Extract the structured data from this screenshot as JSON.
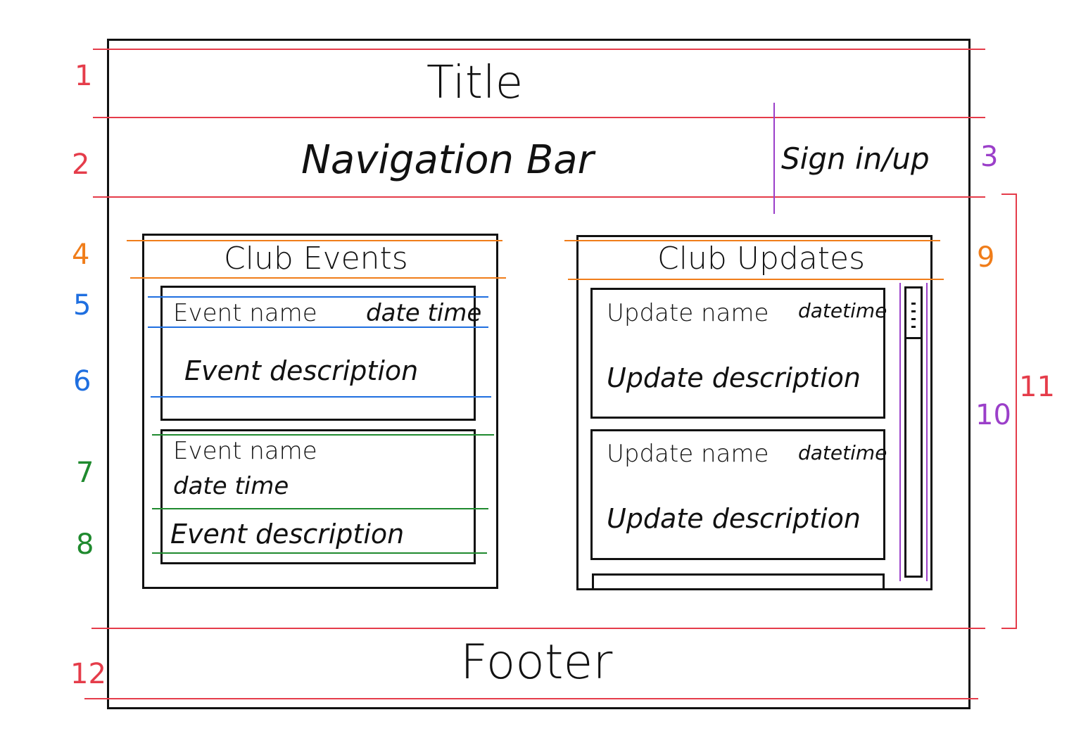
{
  "labels": {
    "title": "Title",
    "navigation": "Navigation Bar",
    "sign": "Sign in/up",
    "footer": "Footer"
  },
  "events": {
    "heading": "Club Events",
    "items": [
      {
        "name": "Event name",
        "datetime": "date time",
        "description": "Event description"
      },
      {
        "name": "Event name",
        "datetime": "date time",
        "description": "Event description"
      }
    ]
  },
  "updates": {
    "heading": "Club Updates",
    "items": [
      {
        "name": "Update name",
        "datetime": "datetime",
        "description": "Update description"
      },
      {
        "name": "Update name",
        "datetime": "datetime",
        "description": "Update description"
      }
    ]
  },
  "annotations": [
    "1",
    "2",
    "3",
    "4",
    "5",
    "6",
    "7",
    "8",
    "9",
    "10",
    "11",
    "12"
  ],
  "colors": {
    "ink": "#111111",
    "red": "#e53c4a",
    "orange": "#f07d1a",
    "blue": "#1f6fe0",
    "green": "#1f8a2e",
    "purple": "#9b3fc9"
  }
}
